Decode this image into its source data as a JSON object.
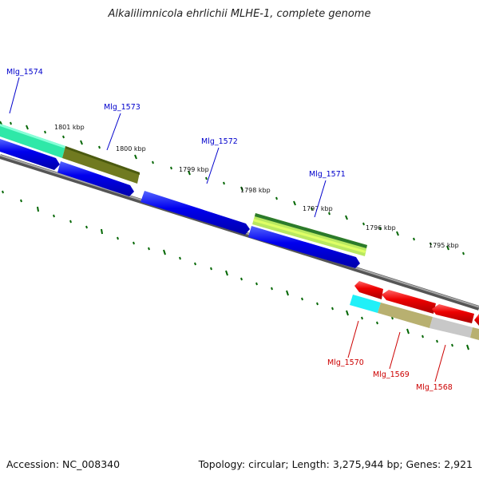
{
  "title": "Alkalilimnicola ehrlichii MLHE-1, complete genome",
  "footer": {
    "accession": "Accession: NC_008340",
    "info": "Topology: circular; Length: 3,275,944 bp; Genes: 2,921"
  },
  "scale_labels": [
    "1801 kbp",
    "1800 kbp",
    "1799 kbp",
    "1798 kbp",
    "1797 kbp",
    "1796 kbp",
    "1795 kbp"
  ],
  "gene_labels": [
    {
      "text": "Mlg_1574",
      "color": "#0000cc"
    },
    {
      "text": "Mlg_1573",
      "color": "#0000cc"
    },
    {
      "text": "Mlg_1572",
      "color": "#0000cc"
    },
    {
      "text": "Mlg_1571",
      "color": "#0000cc"
    },
    {
      "text": "Mlg_1570",
      "color": "#cc0000"
    },
    {
      "text": "Mlg_1569",
      "color": "#cc0000"
    },
    {
      "text": "Mlg_1568",
      "color": "#cc0000"
    }
  ],
  "colors": {
    "forward_cds": "#0000ee",
    "reverse_cds": "#ee0000",
    "backbone": "#808080",
    "ticks": "#006600"
  }
}
